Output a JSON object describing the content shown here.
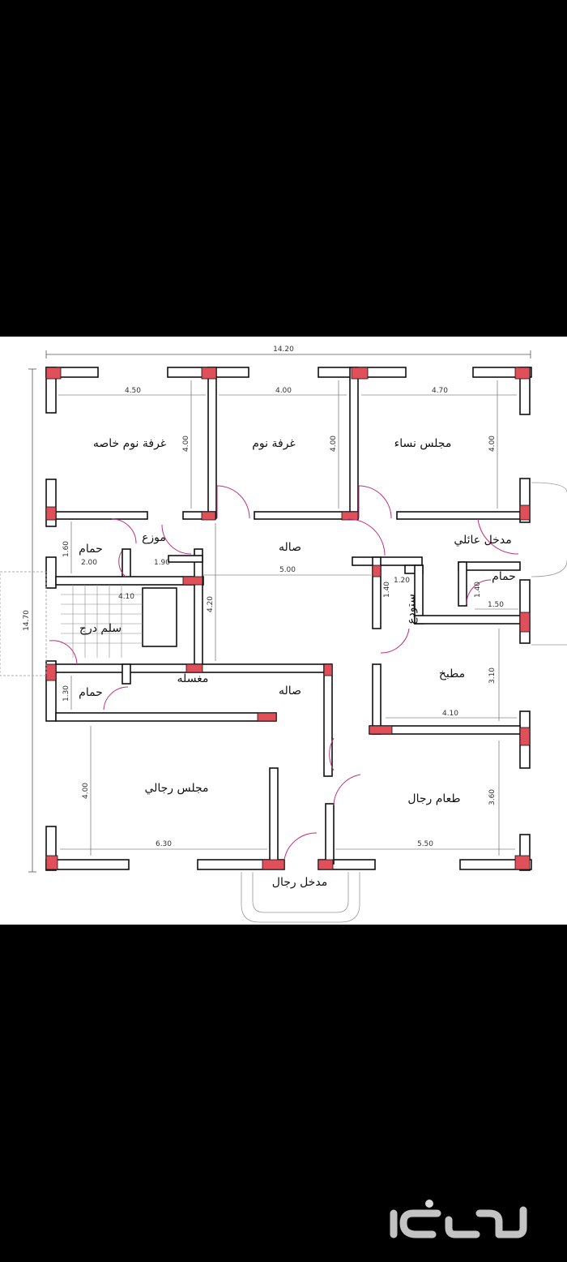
{
  "rooms": {
    "private_bedroom": "غرفة نوم خاصه",
    "bedroom": "غرفة نوم",
    "women_majlis": "مجلس نساء",
    "hall_upper": "صاله",
    "distributor": "موزع",
    "bathroom_upper": "حمام",
    "family_entrance": "مدخل عائلي",
    "bathroom_right": "حمام",
    "storage": "ستودع",
    "stairs": "سلم درج",
    "kitchen": "مطبخ",
    "washroom": "مغسله",
    "hall_lower": "صاله",
    "bathroom_lower": "حمام",
    "men_majlis": "مجلس رجالي",
    "men_dining": "طعام رجال",
    "men_entrance": "مدخل رجال"
  },
  "dimensions": {
    "total_width": "14.20",
    "total_height": "14.70",
    "private_bedroom_w": "4.50",
    "private_bedroom_h": "4.00",
    "bedroom_w": "4.00",
    "bedroom_h": "4.00",
    "women_majlis_w": "4.70",
    "women_majlis_h": "4.00",
    "bath_upper_h": "1.60",
    "bath_upper_w": "2.00",
    "distributor_w": "1.90",
    "hall_w": "5.00",
    "hall_h": "4.20",
    "stairs_w": "4.10",
    "storage_w": "1.20",
    "storage_h": "1.40",
    "bath_right_w": "1.50",
    "bath_right_h": "1.40",
    "kitchen_h": "3.10",
    "kitchen_w": "4.10",
    "bath_lower_h": "1.30",
    "men_majlis_h": "4.00",
    "men_majlis_w": "6.30",
    "dining_h": "3.60",
    "dining_w": "5.50"
  },
  "watermark": "حراج",
  "colors": {
    "wall": "#111111",
    "column": "#e0505a",
    "door": "#c0307a",
    "background": "#000000",
    "paper": "#ffffff"
  }
}
